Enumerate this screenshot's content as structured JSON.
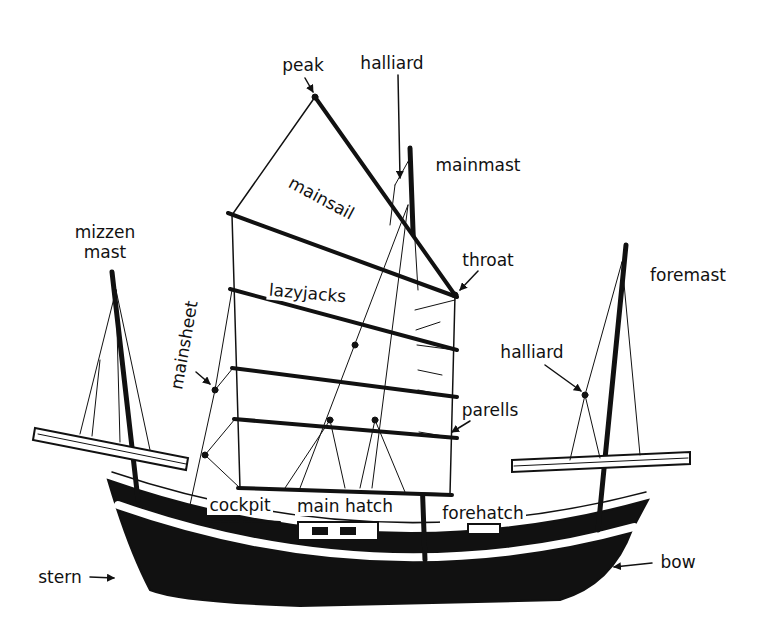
{
  "diagram": {
    "labels": [
      "peak",
      "halliard",
      "mainmast",
      "mainsail",
      "mizzen mast",
      "foremast",
      "throat",
      "lazyjacks",
      "mainsheet",
      "halliard",
      "parells",
      "cockpit",
      "main hatch",
      "forehatch",
      "stern",
      "bow"
    ]
  }
}
